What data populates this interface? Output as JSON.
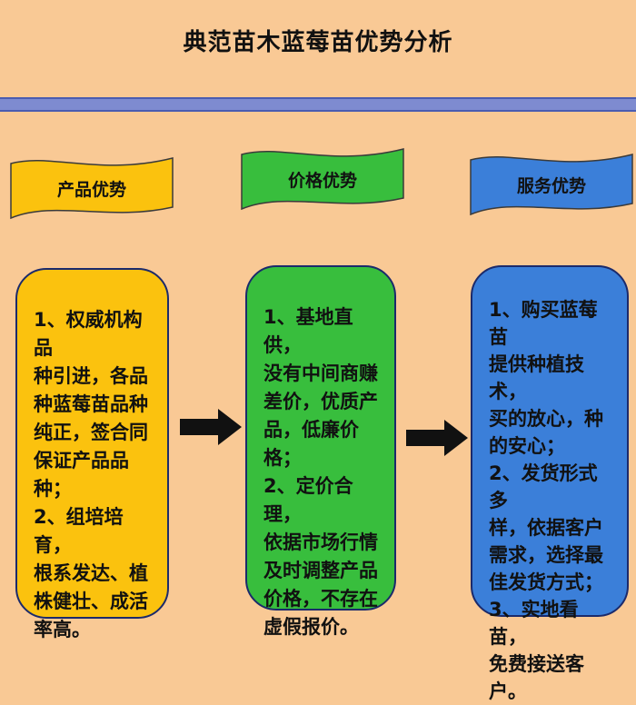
{
  "title": "典范苗木蓝莓苗优势分析",
  "colors": {
    "background": "#f9c995",
    "divider": "#7e8bd0",
    "yellow": "#fbc20e",
    "green": "#38be3d",
    "blue": "#3b7fd9"
  },
  "columns": [
    {
      "header": "产品优势",
      "lines": [
        "1、权威机构品",
        "种引进，各品",
        "种蓝莓苗品种",
        "纯正，签合同",
        "保证产品品种；",
        "2、组培培育，",
        "根系发达、植",
        "株健壮、成活",
        "率高。"
      ]
    },
    {
      "header": "价格优势",
      "lines": [
        "1、基地直供，",
        "没有中间商赚",
        "差价，优质产",
        "品，低廉价格；",
        "2、定价合理，",
        "依据市场行情",
        "及时调整产品",
        "价格，不存在",
        "虚假报价。"
      ]
    },
    {
      "header": "服务优势",
      "lines": [
        "1、购买蓝莓苗",
        "提供种植技术，",
        "买的放心，种",
        "的安心；",
        "2、发货形式多",
        "样，依据客户",
        "需求，选择最",
        "佳发货方式；",
        "3、实地看苗，",
        "免费接送客户。"
      ]
    }
  ],
  "arrows": [
    "right-arrow",
    "right-arrow"
  ]
}
